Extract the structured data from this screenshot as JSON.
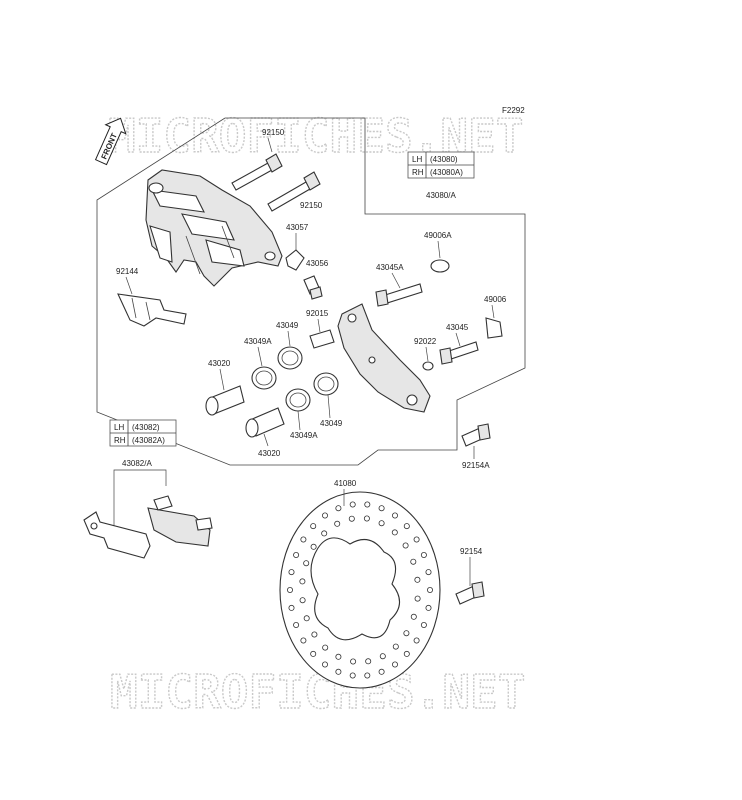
{
  "figure_code": "F2292",
  "watermark": "MICROFICHES.NET",
  "front_label": "FRONT",
  "caliper_table": {
    "rows": [
      {
        "side": "LH",
        "part": "(43080)"
      },
      {
        "side": "RH",
        "part": "(43080A)"
      }
    ]
  },
  "pad_table": {
    "rows": [
      {
        "side": "LH",
        "part": "(43082)"
      },
      {
        "side": "RH",
        "part": "(43082A)"
      }
    ]
  },
  "labels": {
    "p92150_top": "92150",
    "p92150_right": "92150",
    "p43057": "43057",
    "p43056": "43056",
    "p92144": "92144",
    "p43080A": "43080/A",
    "p49006A": "49006A",
    "p43045A": "43045A",
    "p49006": "49006",
    "p92015": "92015",
    "p92022": "92022",
    "p43045": "43045",
    "p43049_top": "43049",
    "p43049A_top": "43049A",
    "p43020_left": "43020",
    "p43049A_bottom": "43049A",
    "p43049_right": "43049",
    "p43020_bottom": "43020",
    "p92154A": "92154A",
    "p43082A": "43082/A",
    "p41080": "41080",
    "p92154": "92154"
  },
  "colors": {
    "line": "#333333",
    "watermark_outline": "#c9c9c9",
    "background": "#ffffff"
  }
}
